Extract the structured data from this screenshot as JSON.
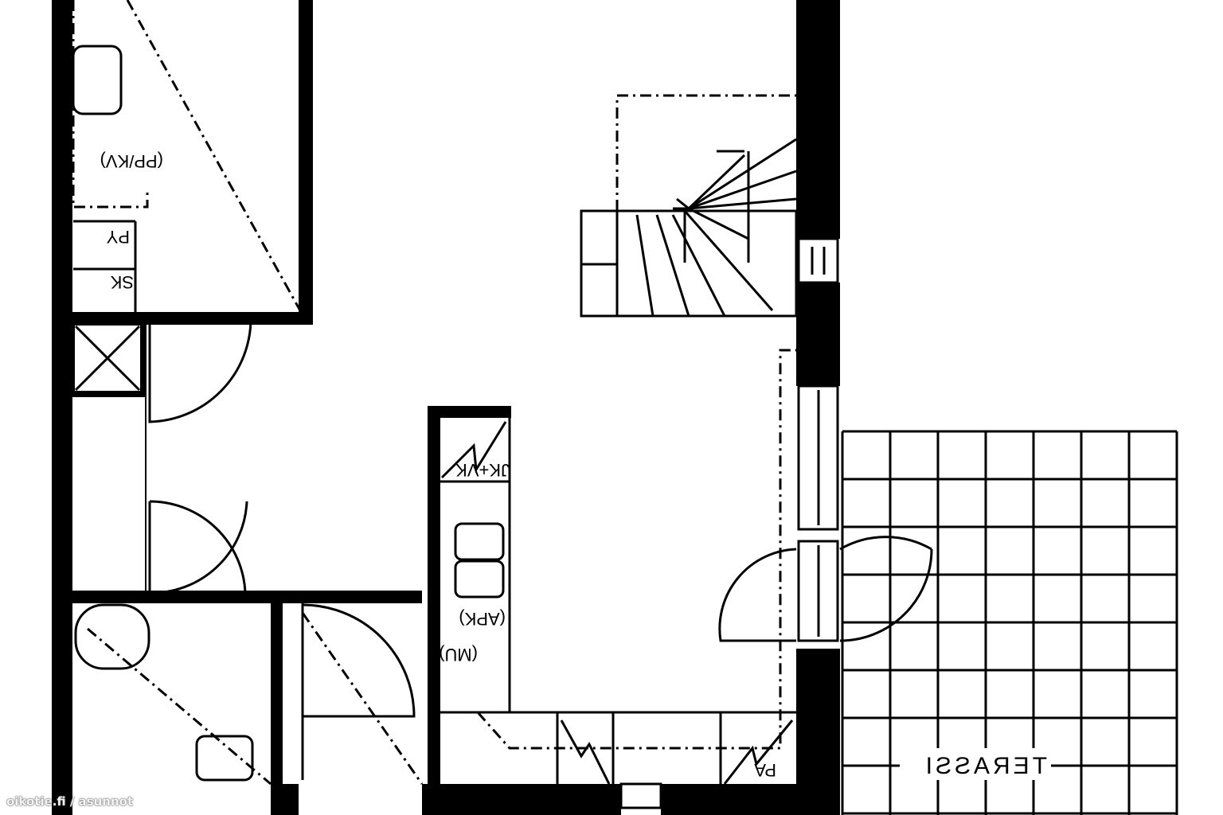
{
  "plan": {
    "labels": {
      "bathroom": "(PP/KV)",
      "py": "PY",
      "sk": "SK",
      "kitchen_top": "JK+VK",
      "kitchen_apk": "(APK)",
      "kitchen_mu": "(MU)",
      "pa": "PA",
      "terrace": "TERASSI"
    },
    "colors": {
      "wall": "#000000",
      "background": "#ffffff"
    }
  },
  "watermark": "oikotie.fi / asunnot"
}
